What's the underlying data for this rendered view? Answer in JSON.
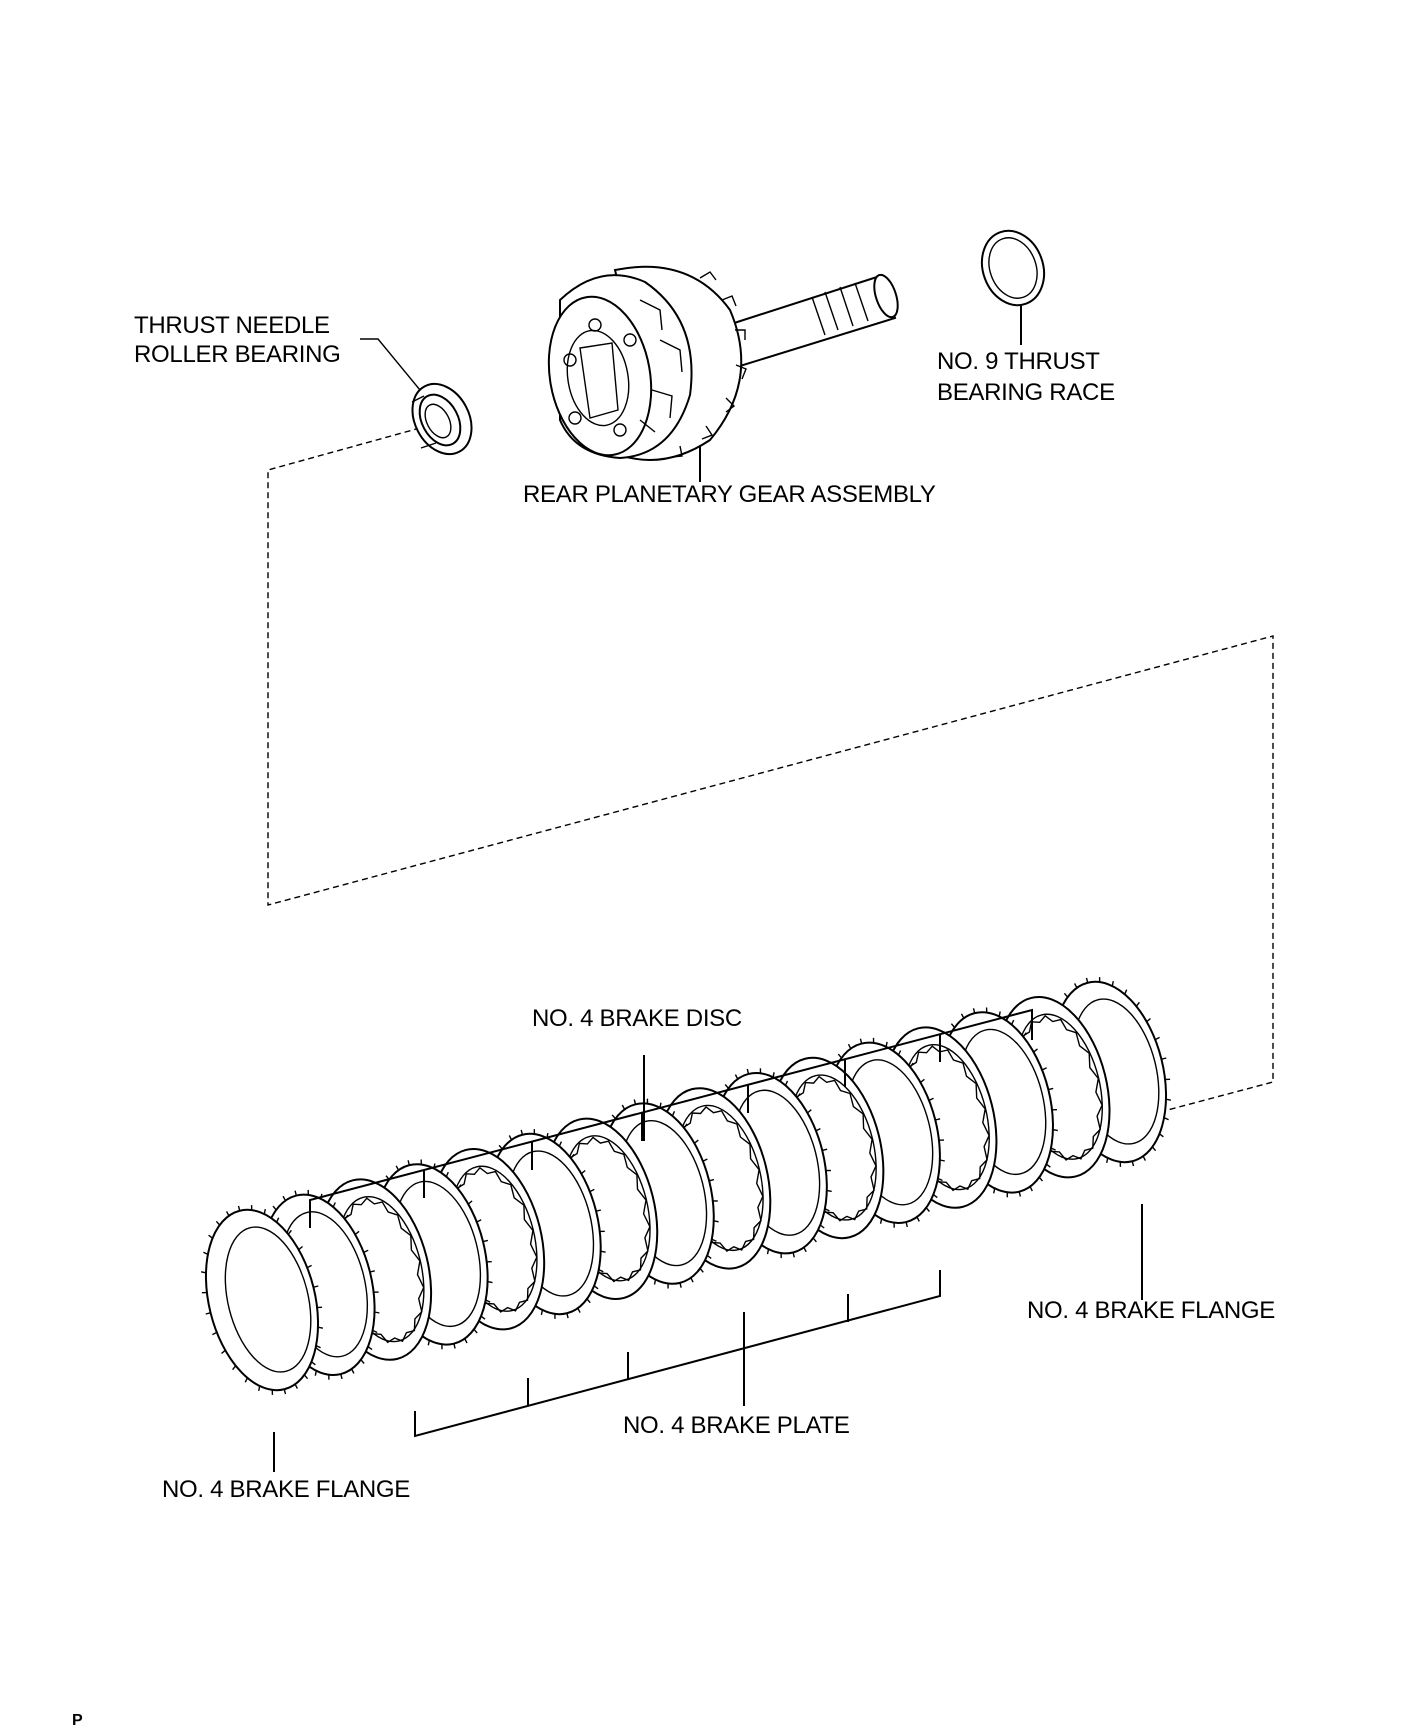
{
  "labels": {
    "thrust_needle_line1": "THRUST NEEDLE",
    "thrust_needle_line2": "ROLLER BEARING",
    "race_line1": "NO. 9 THRUST",
    "race_line2": "BEARING RACE",
    "rear_planetary": "REAR PLANETARY GEAR ASSEMBLY",
    "brake_disc": "NO. 4 BRAKE DISC",
    "brake_flange_right": "NO. 4 BRAKE FLANGE",
    "brake_plate": "NO. 4 BRAKE PLATE",
    "brake_flange_left": "NO. 4 BRAKE FLANGE"
  },
  "page_marker": "P",
  "colors": {
    "line": "#000000",
    "background": "#ffffff"
  }
}
